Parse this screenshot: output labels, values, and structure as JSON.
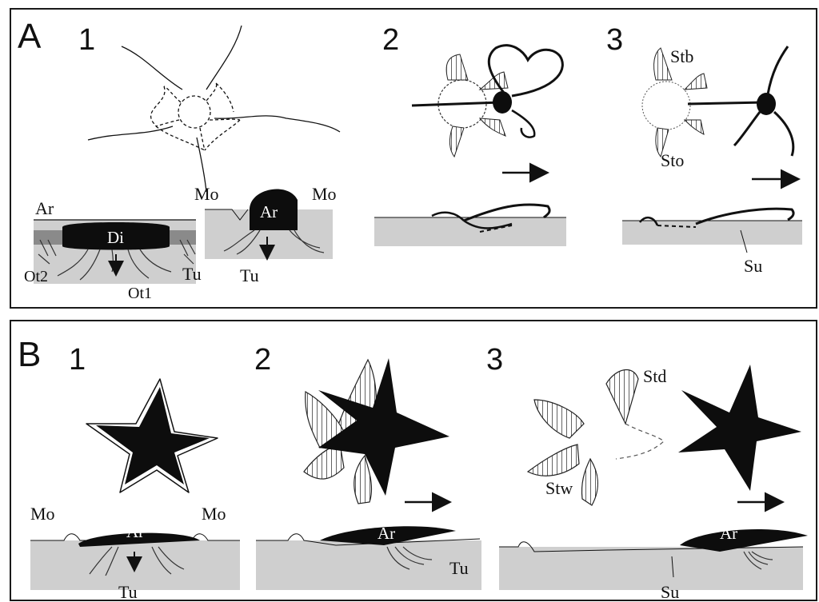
{
  "panels": [
    {
      "label": "A",
      "stages": [
        "1",
        "2",
        "3"
      ],
      "labels": {
        "ar": "Ar",
        "di": "Di",
        "ot2": "Ot2",
        "ot1": "Ot1",
        "tu": "Tu",
        "mo": "Mo",
        "tu2": "Tu",
        "ar2": "Ar",
        "mo2": "Mo",
        "stb": "Stb",
        "sto": "Sto",
        "su": "Su"
      }
    },
    {
      "label": "B",
      "stages": [
        "1",
        "2",
        "3"
      ],
      "labels": {
        "mo": "Mo",
        "ar": "Ar",
        "mo2": "Mo",
        "tu": "Tu",
        "ar2": "Ar",
        "tu2": "Tu",
        "std": "Std",
        "stw": "Stw",
        "ar3": "Ar",
        "su": "Su"
      }
    }
  ],
  "colors": {
    "ground": "#c8c8c8",
    "animal": "#0d0d0d",
    "frame": "#1a1a1a"
  }
}
